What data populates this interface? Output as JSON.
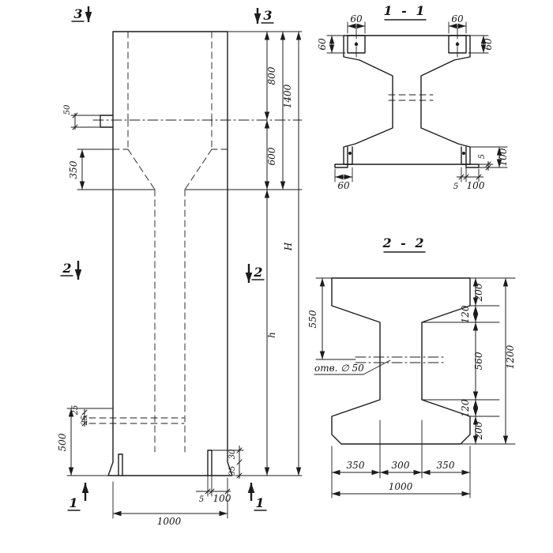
{
  "elevation": {
    "marker_top": "3",
    "marker_mid": "2",
    "marker_bottom": "1",
    "dims": {
      "d800": "800",
      "d600": "600",
      "d1400": "1400",
      "dH": "H",
      "dh": "h",
      "d50": "50",
      "d350": "350",
      "d500": "500",
      "d25a": "25",
      "d25b": "25",
      "d30": "30",
      "d35": "35",
      "d5": "5",
      "d100": "100",
      "d1000": "1000"
    }
  },
  "section1": {
    "title": "1 - 1",
    "dims": {
      "tl_w": "60",
      "tl_h": "60",
      "tr_w": "60",
      "tr_h": "60",
      "bl": "60",
      "b5": "5",
      "b100": "100",
      "r5": "5",
      "r100": "100"
    }
  },
  "section2": {
    "title": "2 - 2",
    "hole_label": "отв. ∅ 50",
    "dims": {
      "d550": "550",
      "top200": "200",
      "top120": "120",
      "d560": "560",
      "bot120": "120",
      "bot200": "200",
      "d1200": "1200",
      "left350": "350",
      "mid300": "300",
      "right350": "350",
      "d1000": "1000"
    }
  }
}
